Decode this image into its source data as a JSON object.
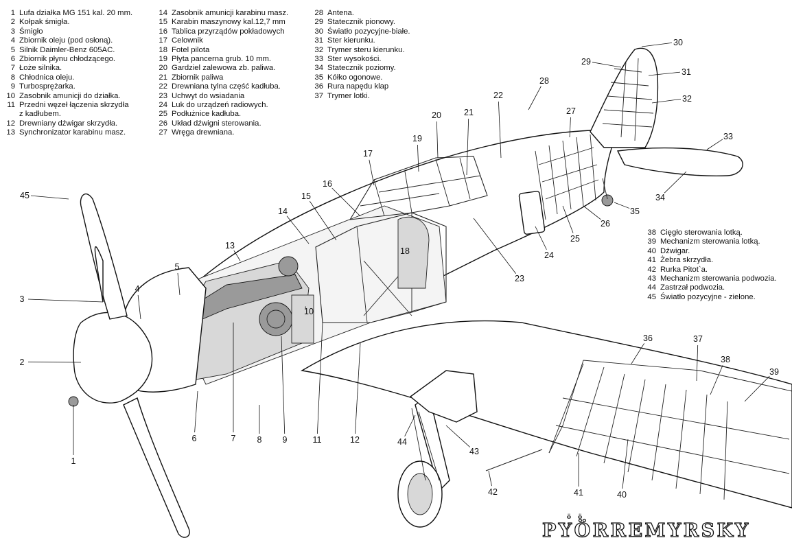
{
  "legend_columns": [
    [
      {
        "num": "1",
        "text": "Lufa działka MG 151 kal. 20 mm."
      },
      {
        "num": "2",
        "text": "Kołpak śmigła."
      },
      {
        "num": "3",
        "text": "Śmigło"
      },
      {
        "num": "4",
        "text": "Zbiornik oleju (pod osłoną)."
      },
      {
        "num": "5",
        "text": "Silnik Daimler-Benz 605AC."
      },
      {
        "num": "6",
        "text": "Zbiornik płynu chłodzącego."
      },
      {
        "num": "7",
        "text": "Łoże silnika."
      },
      {
        "num": "8",
        "text": "Chłodnica oleju."
      },
      {
        "num": "9",
        "text": "Turbosprężarka."
      },
      {
        "num": "10",
        "text": "Zasobnik amunicji do działka."
      },
      {
        "num": "11",
        "text": "Przedni węzeł łączenia skrzydła",
        "text2": "z kadłubem."
      },
      {
        "num": "12",
        "text": "Drewniany dźwigar skrzydła."
      },
      {
        "num": "13",
        "text": "Synchronizator karabinu masz."
      }
    ],
    [
      {
        "num": "14",
        "text": "Zasobnik amunicji karabinu masz."
      },
      {
        "num": "15",
        "text": "Karabin maszynowy kal.12,7 mm"
      },
      {
        "num": "16",
        "text": "Tablica przyrządów pokładowych"
      },
      {
        "num": "17",
        "text": "Celownik"
      },
      {
        "num": "18",
        "text": "Fotel pilota"
      },
      {
        "num": "19",
        "text": "Płyta pancerna grub. 10 mm."
      },
      {
        "num": "20",
        "text": "Gardziel zalewowa zb. paliwa."
      },
      {
        "num": "21",
        "text": "Zbiornik paliwa"
      },
      {
        "num": "22",
        "text": "Drewniana tylna część kadłuba."
      },
      {
        "num": "23",
        "text": "Uchwyt do wsiadania"
      },
      {
        "num": "24",
        "text": "Luk do urządzeń radiowych."
      },
      {
        "num": "25",
        "text": "Podłużnice kadłuba."
      },
      {
        "num": "26",
        "text": "Układ dźwigni sterowania."
      },
      {
        "num": "27",
        "text": "Wręga drewniana."
      }
    ],
    [
      {
        "num": "28",
        "text": "Antena."
      },
      {
        "num": "29",
        "text": "Statecznik pionowy."
      },
      {
        "num": "30",
        "text": "Światło pozycyjne-białe."
      },
      {
        "num": "31",
        "text": "Ster kierunku."
      },
      {
        "num": "32",
        "text": "Trymer steru kierunku."
      },
      {
        "num": "33",
        "text": "Ster wysokości."
      },
      {
        "num": "34",
        "text": "Statecznik poziomy."
      },
      {
        "num": "35",
        "text": "Kółko ogonowe."
      },
      {
        "num": "36",
        "text": "Rura napędu klap"
      },
      {
        "num": "37",
        "text": "Trymer lotki."
      }
    ],
    [
      {
        "num": "38",
        "text": "Cięgło sterowania lotką."
      },
      {
        "num": "39",
        "text": "Mechanizm sterowania lotką."
      },
      {
        "num": "40",
        "text": "Dźwigar."
      },
      {
        "num": "41",
        "text": "Żebra skrzydła."
      },
      {
        "num": "42",
        "text": "Rurka Pitot`a."
      },
      {
        "num": "43",
        "text": "Mechanizm sterowania podwozia."
      },
      {
        "num": "44",
        "text": "Zastrzał podwozia."
      },
      {
        "num": "45",
        "text": "Światło pozycyjne - zielone."
      }
    ]
  ],
  "callouts": [
    "1",
    "2",
    "3",
    "4",
    "5",
    "6",
    "7",
    "8",
    "9",
    "10",
    "11",
    "12",
    "13",
    "14",
    "15",
    "16",
    "17",
    "18",
    "19",
    "20",
    "21",
    "22",
    "23",
    "24",
    "25",
    "26",
    "27",
    "28",
    "29",
    "30",
    "31",
    "32",
    "33",
    "34",
    "35",
    "36",
    "37",
    "38",
    "39",
    "40",
    "41",
    "42",
    "43",
    "44",
    "45"
  ],
  "title": "PYÖRREMYRSKY",
  "title_accent_marks": "ö ö"
}
